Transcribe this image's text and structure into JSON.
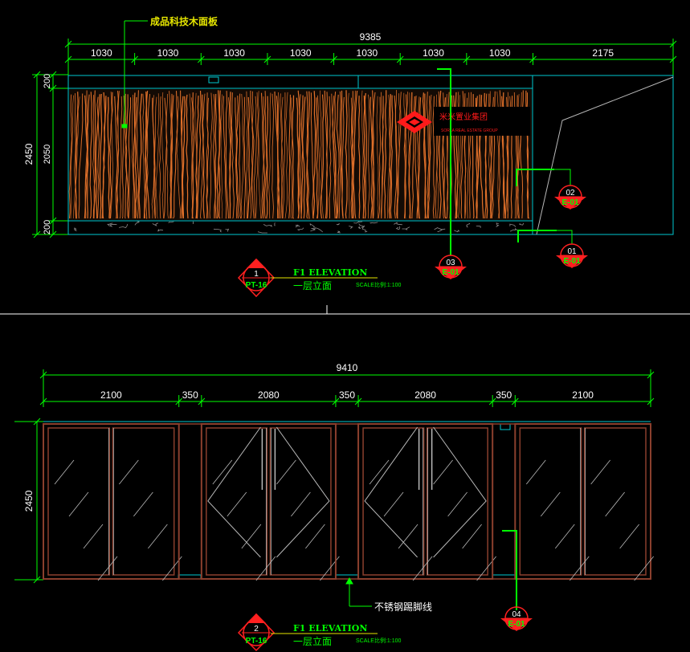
{
  "colors": {
    "background": "#000000",
    "dimension": "#00ff00",
    "outline": "#00c8d0",
    "wood_panel": "#e0702a",
    "glass": "#b9b9b9",
    "frame": "#8a3f2d",
    "callout_red": "#ff2020",
    "logo_red": "#ff1a1a",
    "title_yellow": "#e6e600",
    "label_white": "#ffffff"
  },
  "elevation_top": {
    "overall_width": "9385",
    "segments": [
      "1030",
      "1030",
      "1030",
      "1030",
      "1030",
      "1030",
      "1030",
      "2175"
    ],
    "height_total": "2450",
    "height_parts": [
      "200",
      "2050",
      "200"
    ],
    "material_label": "成品科技木面板",
    "logo_text": "米米置业集团",
    "logo_subtext": "SORLA REAL ESTATE GROUP",
    "callouts": [
      {
        "num": "02",
        "ref": "E-01"
      },
      {
        "num": "01",
        "ref": "E-01"
      },
      {
        "num": "03",
        "ref": "E-01"
      }
    ],
    "title": {
      "num": "1",
      "code": "PT-16",
      "en": "F1 ELEVATION",
      "cn": "一层立面",
      "scale": "SCALE比例:1:100"
    }
  },
  "elevation_bottom": {
    "overall_width": "9410",
    "segments": [
      "2100",
      "350",
      "2080",
      "350",
      "2080",
      "350",
      "2100"
    ],
    "height_total": "2450",
    "kick_label": "不锈钢踢脚线",
    "callouts": [
      {
        "num": "04",
        "ref": "E-01"
      }
    ],
    "title": {
      "num": "2",
      "code": "PT-16",
      "en": "F1 ELEVATION",
      "cn": "一层立面",
      "scale": "SCALE比例:1:100"
    }
  }
}
